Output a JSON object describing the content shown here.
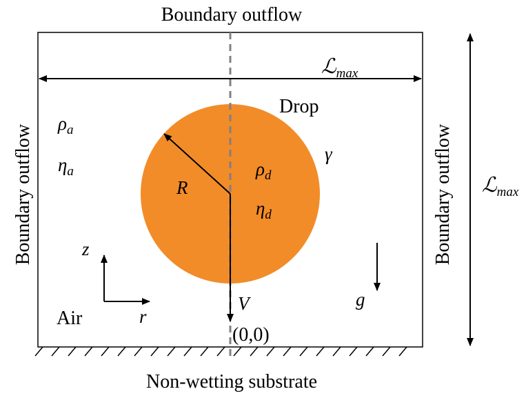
{
  "labels": {
    "top": "Boundary outflow",
    "left": "Boundary outflow",
    "right": "Boundary outflow",
    "bottom": "Non-wetting substrate",
    "drop": "Drop",
    "air": "Air",
    "origin": "(0,0)"
  },
  "symbols": {
    "rho_a": {
      "base": "ρ",
      "sub": "a"
    },
    "eta_a": {
      "base": "η",
      "sub": "a"
    },
    "rho_d": {
      "base": "ρ",
      "sub": "d"
    },
    "eta_d": {
      "base": "η",
      "sub": "d"
    },
    "gamma": "γ",
    "radius": "R",
    "velocity": "V",
    "gravity": "g",
    "axis_z": "z",
    "axis_r": "r",
    "domain_width": {
      "base": "ℒ",
      "sub": "max"
    },
    "domain_height": {
      "base": "ℒ",
      "sub": "max"
    }
  },
  "colors": {
    "drop": "#F28C28",
    "axis_dashed": "#808080",
    "lines": "#000000"
  }
}
